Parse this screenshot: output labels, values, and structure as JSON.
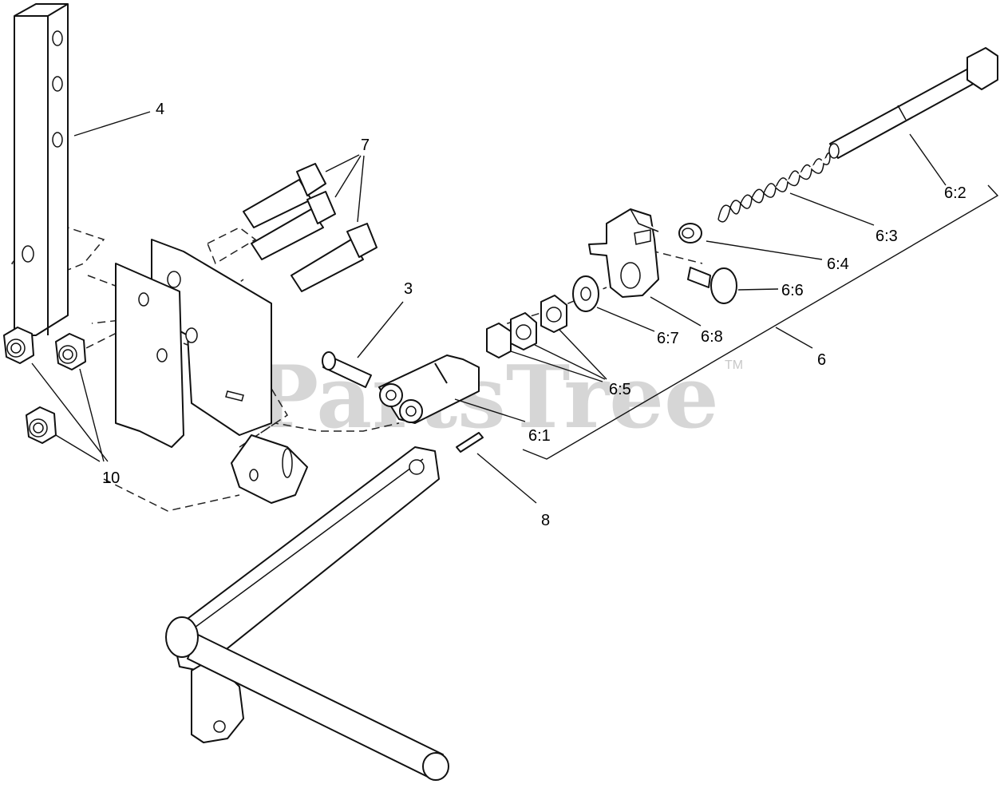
{
  "watermark": {
    "text": "PartsTree",
    "trademark": "TM"
  },
  "callouts": {
    "c4": "4",
    "c7": "7",
    "c3": "3",
    "c10": "10",
    "c8": "8",
    "c6": "6",
    "c6_1": "6:1",
    "c6_2": "6:2",
    "c6_3": "6:3",
    "c6_4": "6:4",
    "c6_5": "6:5",
    "c6_6": "6:6",
    "c6_7": "6:7",
    "c6_8": "6:8"
  }
}
